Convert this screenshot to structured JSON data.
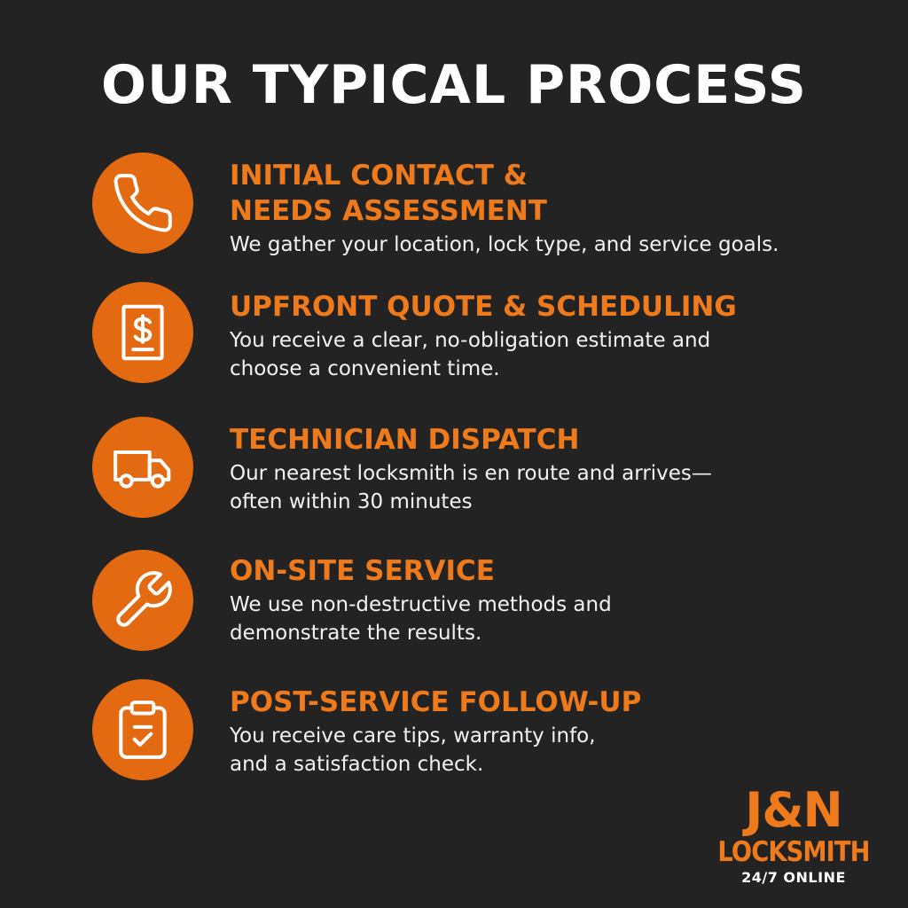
{
  "title": "OUR TYPICAL PROCESS",
  "colors": {
    "background": "#232323",
    "accent": "#e46a12",
    "heading": "#ee7a1c",
    "text": "#ffffff"
  },
  "steps": [
    {
      "icon": "phone-icon",
      "heading": "INITIAL CONTACT &\nNEEDS ASSESSMENT",
      "description": "We gather your location, lock type, and service goals."
    },
    {
      "icon": "invoice-dollar-icon",
      "heading": "UPFRONT QUOTE & SCHEDULING",
      "description": "You receive a clear, no-obligation estimate and\nchoose a convenient time."
    },
    {
      "icon": "van-icon",
      "heading": "TECHNICIAN DISPATCH",
      "description": "Our nearest locksmith is en route and arrives—\noften within 30 minutes"
    },
    {
      "icon": "wrench-icon",
      "heading": "ON-SITE SERVICE",
      "description": "We use non-destructive methods and\ndemonstrate the results."
    },
    {
      "icon": "clipboard-check-icon",
      "heading": "POST-SERVICE FOLLOW-UP",
      "description": "You receive care tips, warranty info,\nand a satisfaction check."
    }
  ],
  "brand": {
    "name": "J&N",
    "sub": "LOCKSMITH",
    "tagline": "24/7 ONLINE"
  }
}
